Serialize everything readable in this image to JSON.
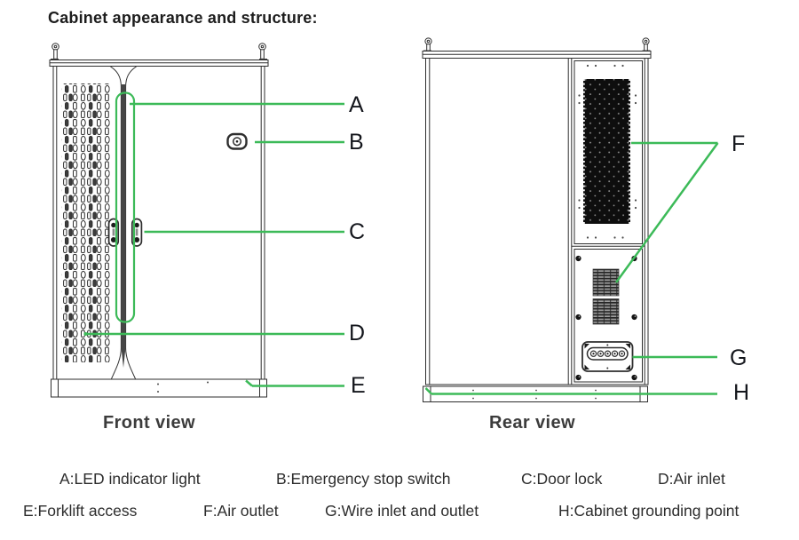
{
  "title": "Cabinet appearance and structure:",
  "front_view": {
    "caption": "Front view",
    "callout_letters": [
      "A",
      "B",
      "C",
      "D",
      "E"
    ]
  },
  "rear_view": {
    "caption": "Rear view",
    "callout_letters": [
      "F",
      "G",
      "H"
    ]
  },
  "legend": {
    "row1": [
      "A:LED indicator light",
      "B:Emergency stop switch",
      "C:Door lock",
      "D:Air inlet"
    ],
    "row2": [
      "E:Forklift access",
      "F:Air outlet",
      "G:Wire inlet and outlet",
      "H:Cabinet grounding point"
    ]
  },
  "colors": {
    "callout_green": "#3cba58",
    "line_art": "#2e2e2e",
    "label_text": "#14161c"
  }
}
